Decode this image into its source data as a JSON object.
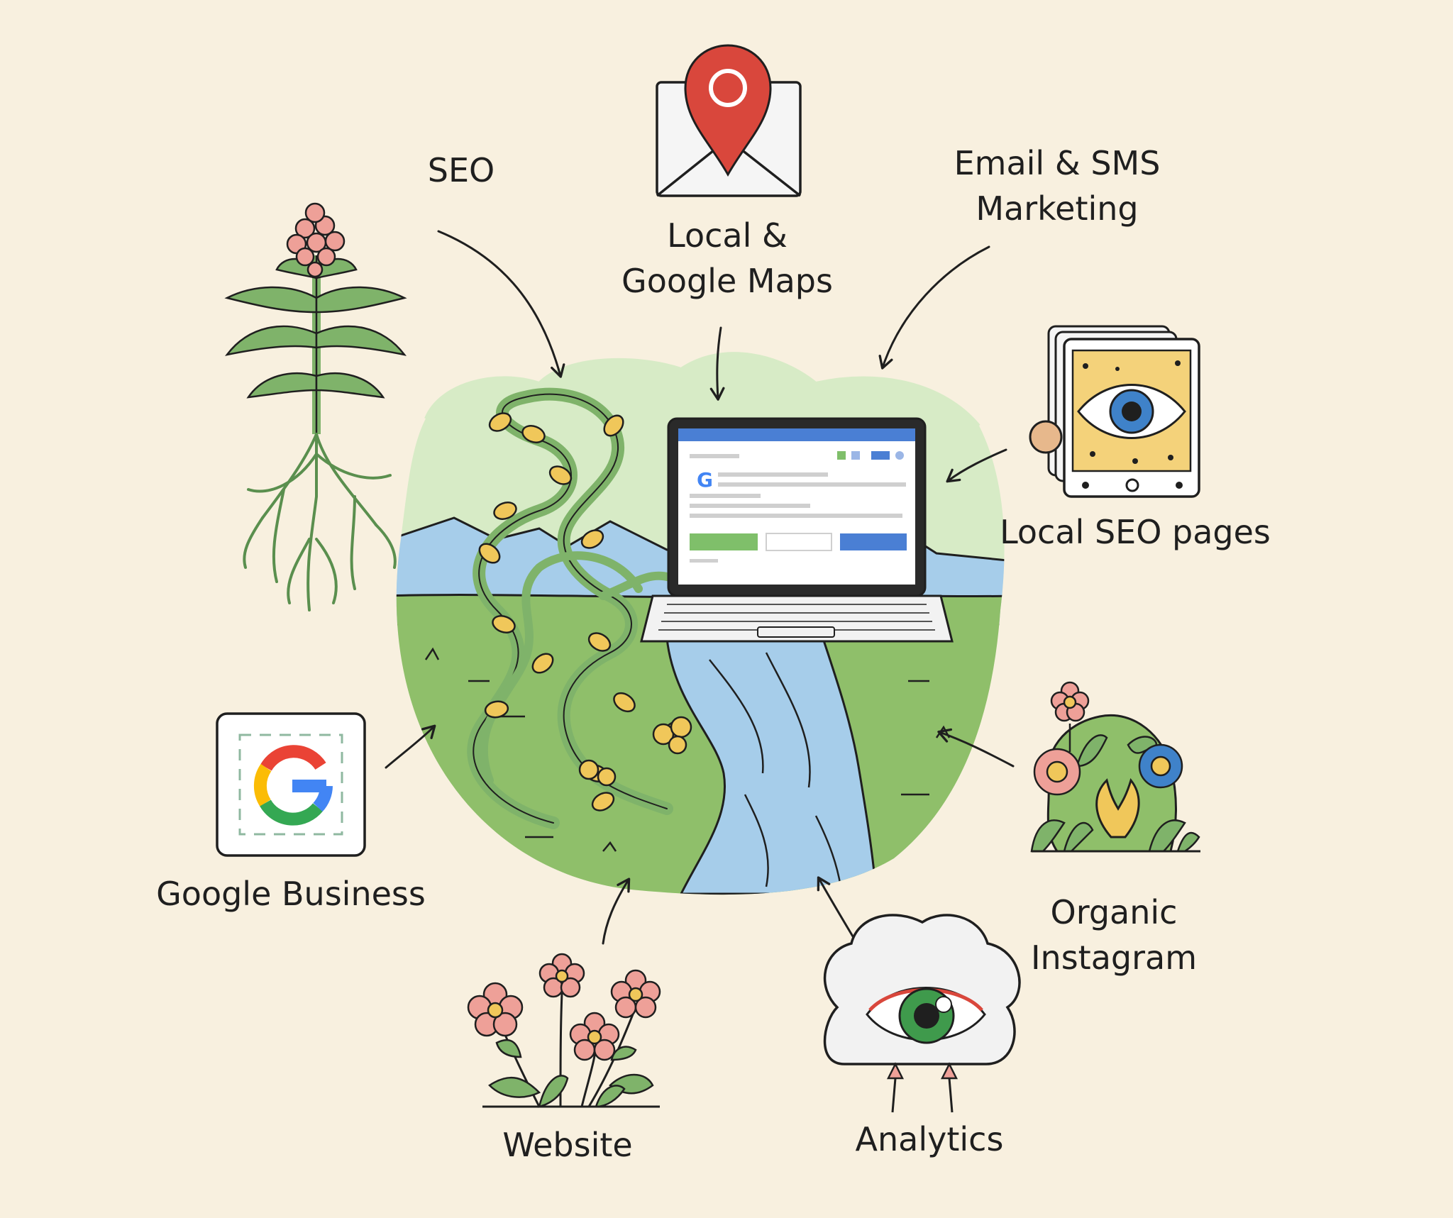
{
  "center": {
    "laptop_screen": {
      "google_letter": "G"
    }
  },
  "nodes": {
    "seo": {
      "label": "SEO"
    },
    "local_maps": {
      "label_line1": "Local &",
      "label_line2": "Google Maps"
    },
    "email_sms": {
      "label_line1": "Email & SMS",
      "label_line2": "Marketing"
    },
    "local_seo_pages": {
      "label": "Local SEO pages"
    },
    "google_business": {
      "label": "Google Business",
      "logo_letter": "G"
    },
    "organic_instagram": {
      "label_line1": "Organic",
      "label_line2": "Instagram"
    },
    "website": {
      "label": "Website"
    },
    "analytics": {
      "label": "Analytics"
    }
  },
  "colors": {
    "background": "#f8f0df",
    "grass": "#8fbf6a",
    "sky": "#d7ebc6",
    "water": "#a6cdea",
    "vine": "#7fb36a",
    "leaf_yellow": "#f0c75a",
    "pin_red": "#d9473c",
    "eye_blue": "#3f82c9",
    "eye_green": "#3f9a4c",
    "flower_pink": "#eea098",
    "google_blue": "#4285f4",
    "google_red": "#ea4335",
    "google_yellow": "#fbbc05",
    "google_green": "#34a853",
    "ink": "#1f1f1f"
  }
}
